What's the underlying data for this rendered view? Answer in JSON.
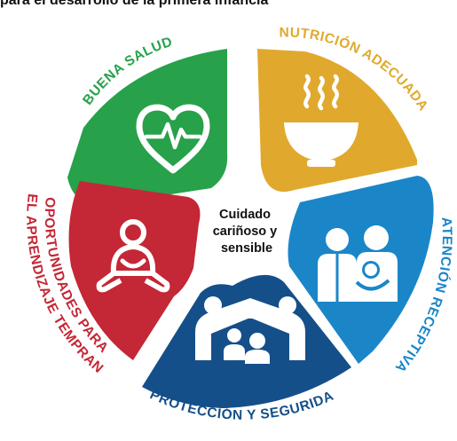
{
  "header": {
    "cut_text": "para el desarrollo de la primera infancia"
  },
  "center": {
    "lines": [
      "Cuidado",
      "cariñoso y",
      "sensible"
    ]
  },
  "components": [
    {
      "label": "BUENA SALUD",
      "color": "#27a14a",
      "icon": "heart-pulse-icon"
    },
    {
      "label": "NUTRICIÓN ADECUADA",
      "color": "#e0a92d",
      "icon": "steaming-bowl-icon"
    },
    {
      "label": "ATENCIÓN RECEPTIVA",
      "color": "#1a86c8",
      "icon": "parents-with-baby-icon"
    },
    {
      "label": "PROTECCIÓN Y SEGURIDAD",
      "color": "#154f8a",
      "icon": "family-shelter-icon"
    },
    {
      "label_lines": [
        "OPORTUNIDADES PARA",
        "EL APRENDIZAJE TEMPRANO"
      ],
      "color": "#c42735",
      "icon": "child-playing-icon"
    }
  ]
}
